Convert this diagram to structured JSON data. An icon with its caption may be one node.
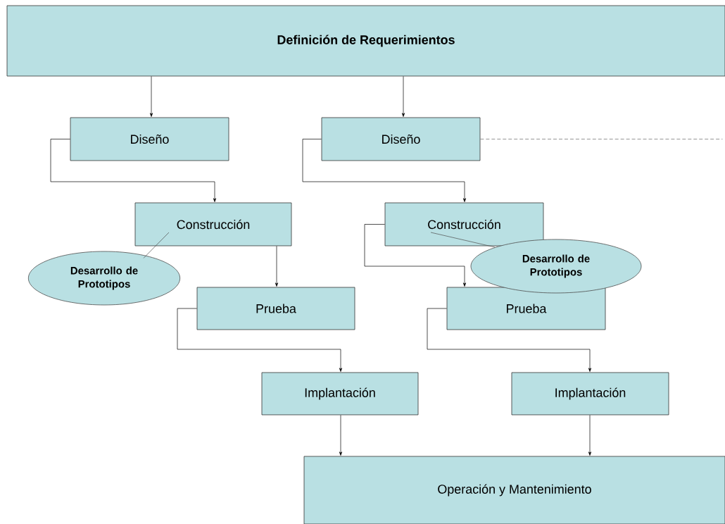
{
  "diagram": {
    "nodes": [
      {
        "text": [
          "Definición de Requerimientos"
        ]
      },
      {
        "text": [
          "Diseño"
        ]
      },
      {
        "text": [
          "Construcción"
        ]
      },
      {
        "text": [
          "Desarrollo de Prototipos"
        ]
      },
      {
        "text": [
          "Prueba"
        ]
      },
      {
        "text": [
          "Implantación"
        ]
      },
      {
        "text": [
          "Diseño"
        ]
      },
      {
        "text": [
          "Construcción"
        ]
      },
      {
        "text": [
          "Desarrollo de Prototipos"
        ]
      },
      {
        "text": [
          "Prueba"
        ]
      },
      {
        "text": [
          "Implantación"
        ]
      },
      {
        "text": [
          "Operación y Mantenimiento"
        ]
      }
    ],
    "edges": [
      {
        "from": 0,
        "to": 1,
        "arrow": "to"
      },
      {
        "from": 1,
        "to": 2,
        "arrow": "to"
      },
      {
        "from": 2,
        "to": 4,
        "arrow": "to"
      },
      {
        "from": 4,
        "to": 5,
        "arrow": "to"
      },
      {
        "from": 5,
        "to": 11,
        "arrow": "to"
      },
      {
        "from": 0,
        "to": 6,
        "arrow": "to"
      },
      {
        "from": 6,
        "to": 7,
        "arrow": "to"
      },
      {
        "from": 7,
        "to": 9,
        "arrow": "to"
      },
      {
        "from": 9,
        "to": 10,
        "arrow": "to"
      },
      {
        "from": 10,
        "to": 11,
        "arrow": "to"
      },
      {
        "from": 6,
        "to": null,
        "arrow": "none",
        "style": "dashed",
        "color": "#666666"
      },
      {
        "from": 3,
        "to": 2,
        "arrow": "none"
      },
      {
        "from": 8,
        "to": 7,
        "arrow": "none"
      }
    ]
  }
}
